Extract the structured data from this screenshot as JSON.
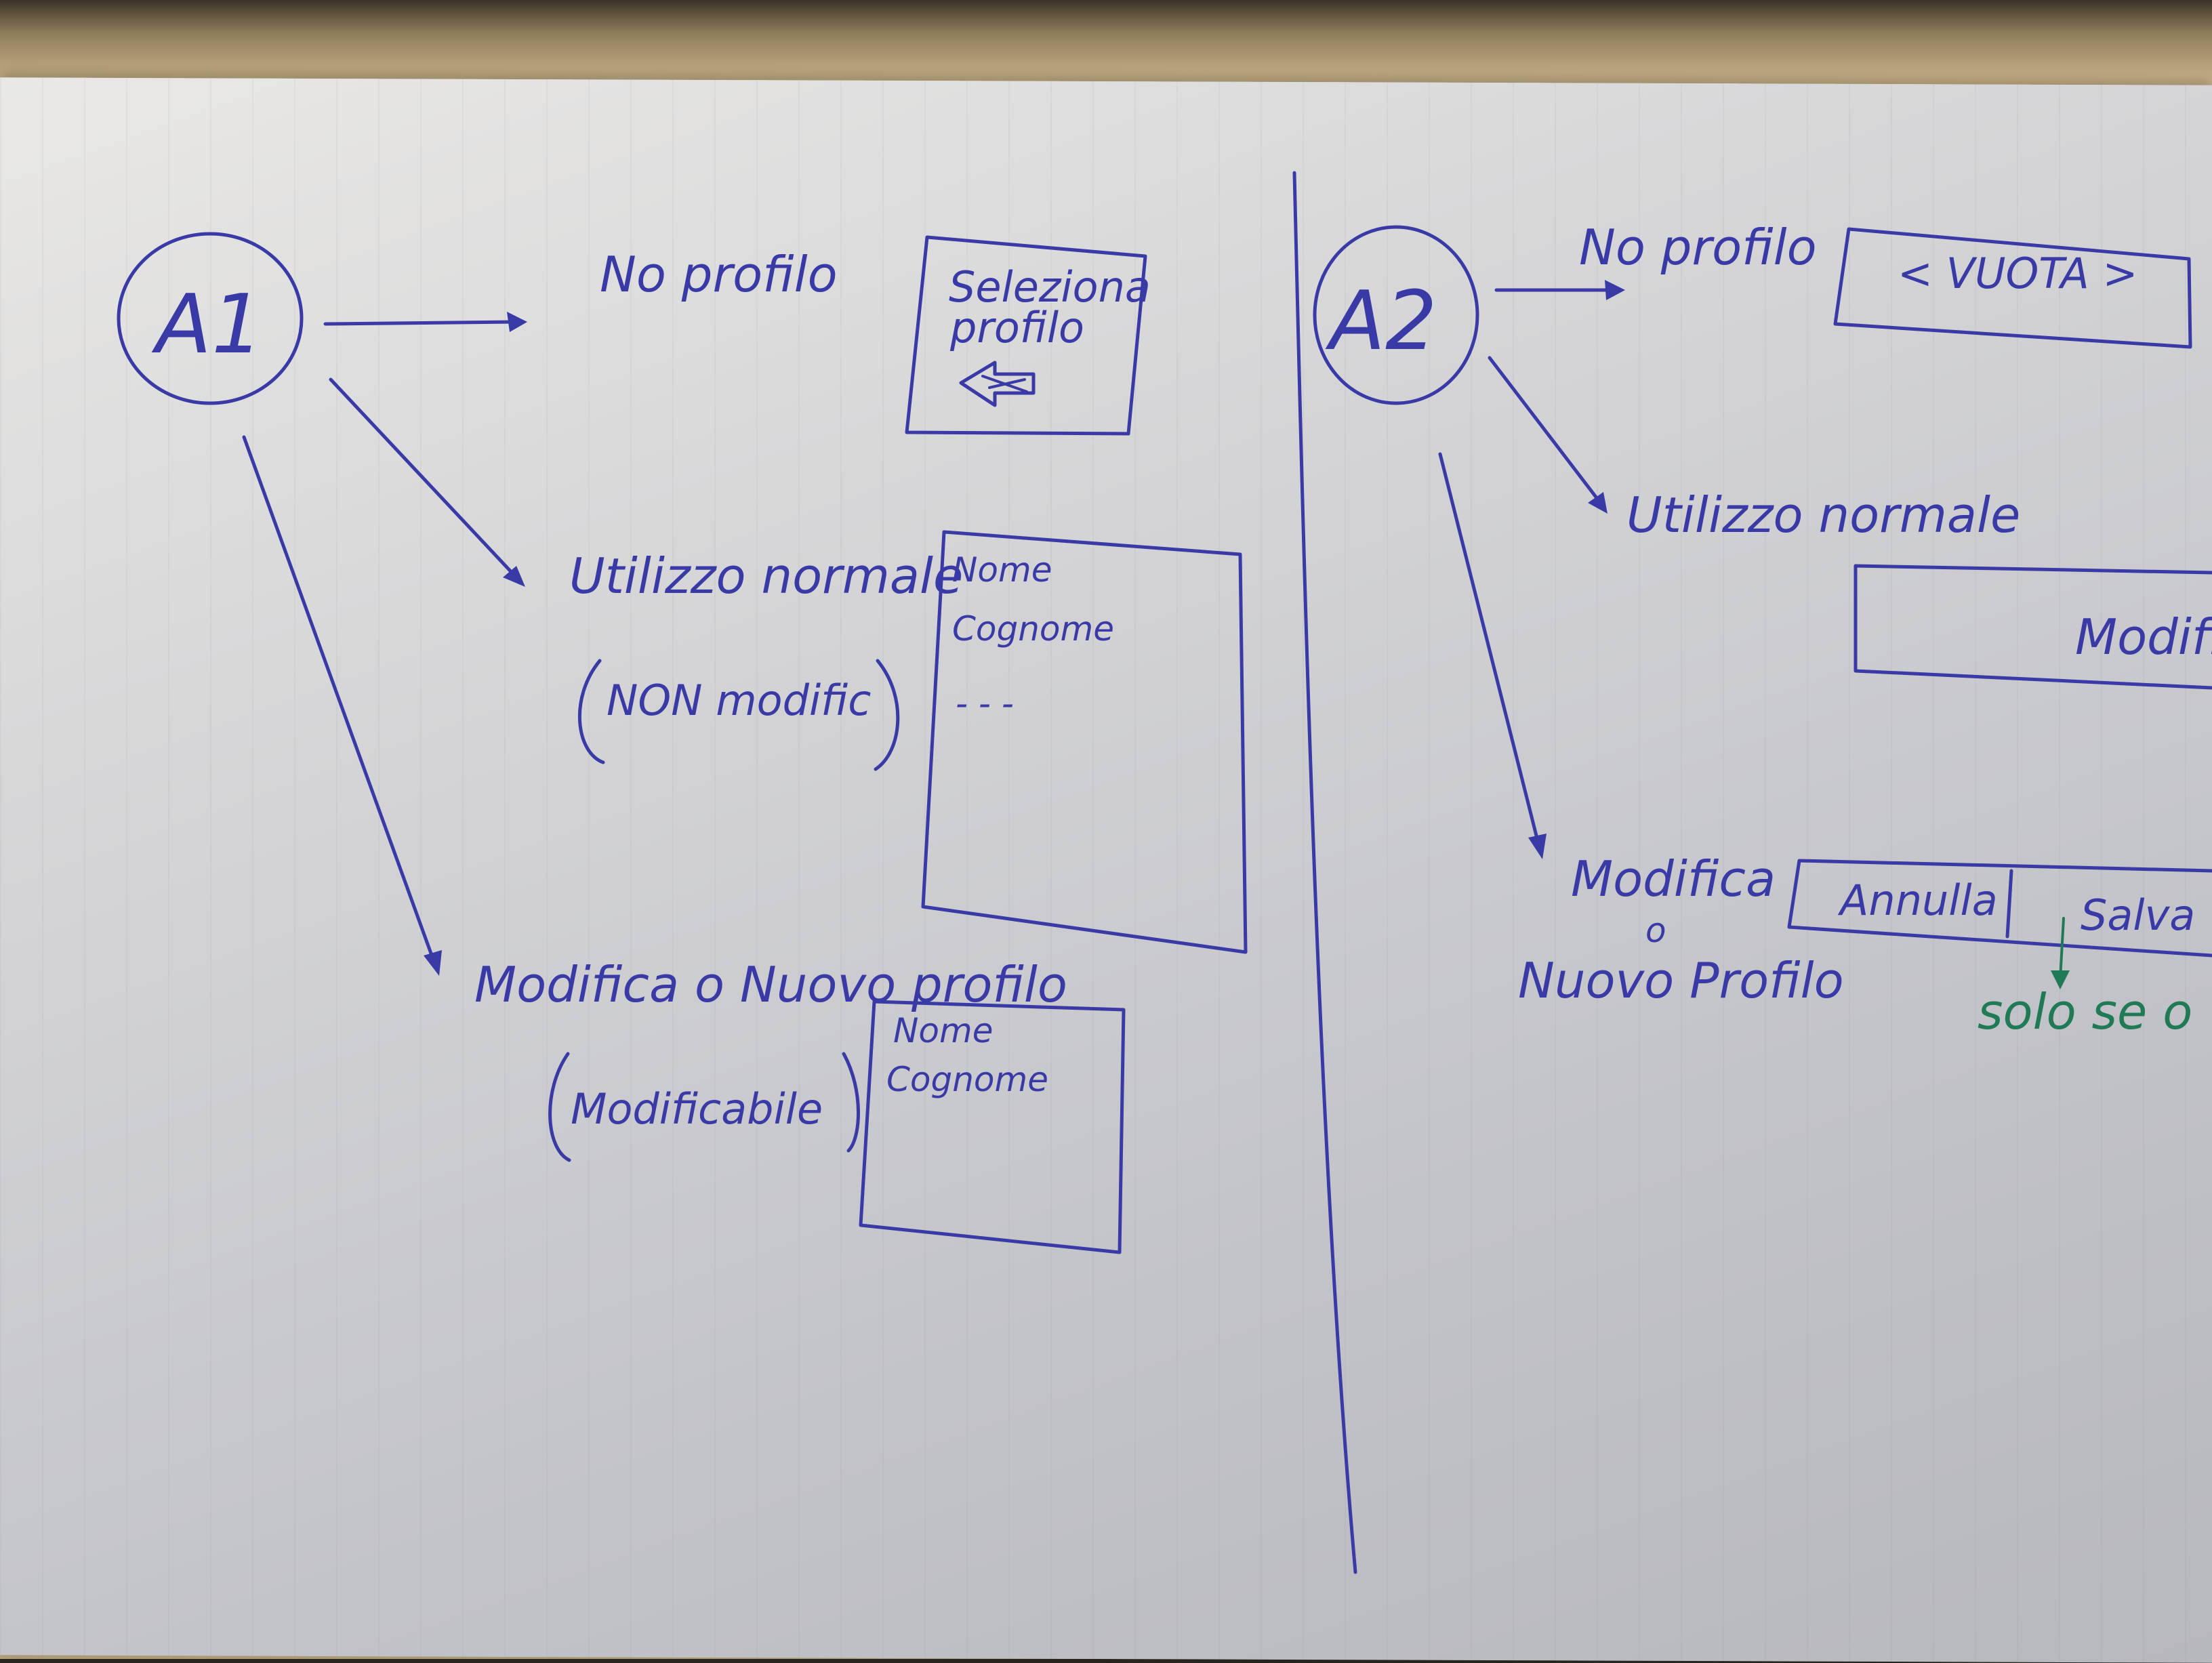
{
  "left": {
    "node": "A1",
    "branch_no_profile": {
      "label": "No profilo",
      "box_lines": [
        "Seleziona",
        "profilo"
      ],
      "icon": "left-arrow-icon"
    },
    "branch_normal": {
      "label": "Utilizzo normale",
      "note": "NON modific",
      "box_lines": [
        "Nome",
        "Cognome",
        "- - -"
      ]
    },
    "branch_edit": {
      "label": "Modifica o Nuovo profilo",
      "note": "Modificabile",
      "box_lines": [
        "Nome",
        "Cognome"
      ]
    }
  },
  "right": {
    "node": "A2",
    "branch_no_profile": {
      "label": "No profilo",
      "box_text": "< VUOTA >"
    },
    "branch_normal": {
      "label": "Utilizzo normale",
      "box_text": "Modifica"
    },
    "branch_edit": {
      "label_line1": "Modifica",
      "label_line2": "o",
      "label_line3": "Nuovo Profilo",
      "button_cancel": "Annulla",
      "button_save": "Salva",
      "note": "solo se o"
    }
  },
  "colors": {
    "ink": "#3a3aa6",
    "green_ink": "#1f7a55"
  }
}
